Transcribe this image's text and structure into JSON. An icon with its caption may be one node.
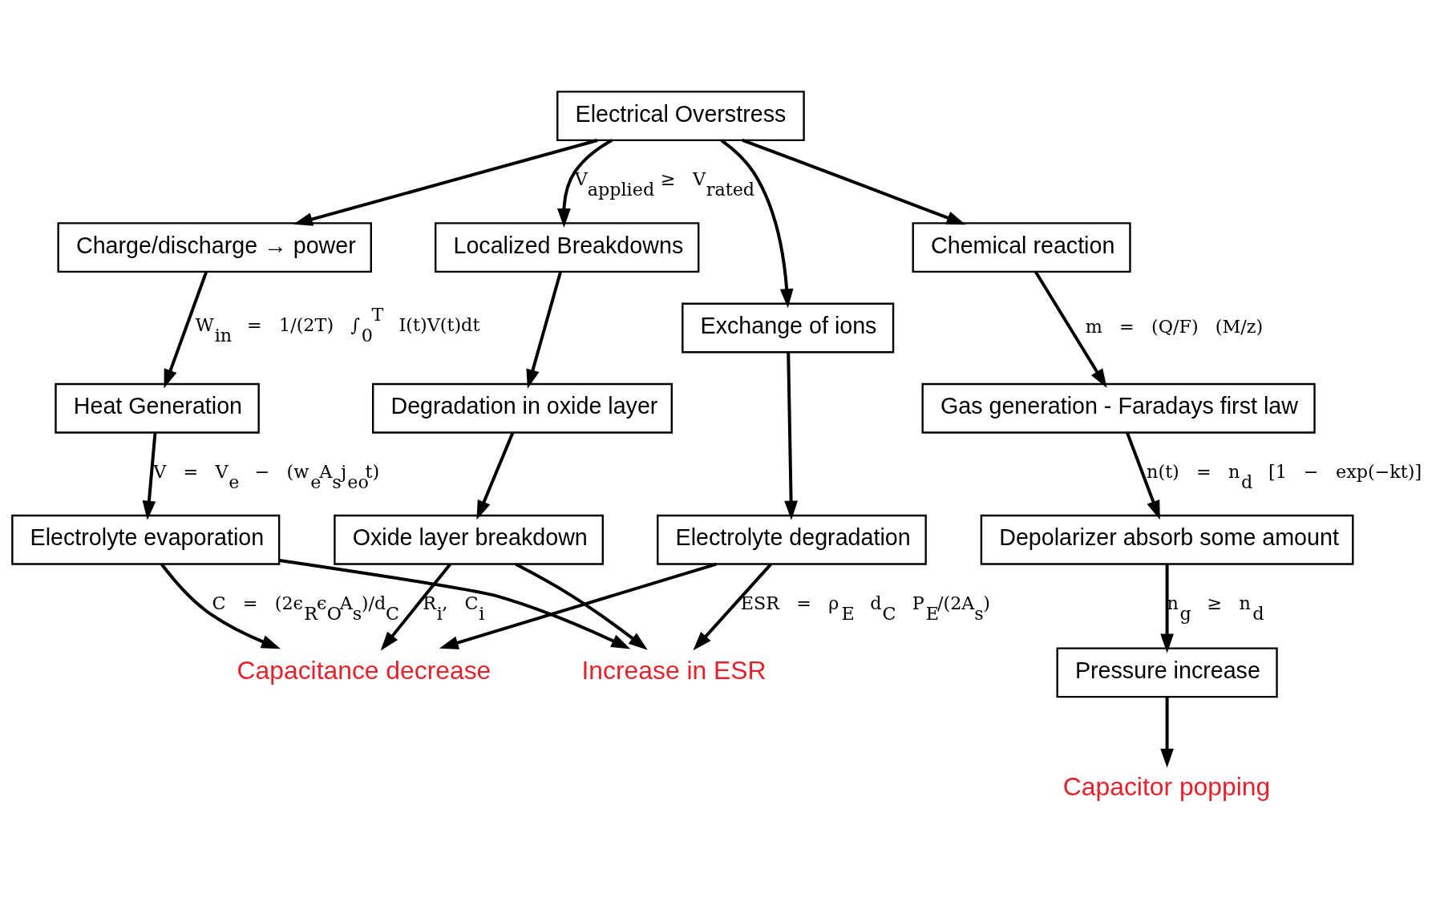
{
  "diagram": {
    "nodes": [
      {
        "text": [
          "Electrical Overstress"
        ]
      },
      {
        "text": [
          "Charge/discharge → power"
        ]
      },
      {
        "text": [
          "Localized Breakdowns"
        ]
      },
      {
        "text": [
          "Exchange of ions"
        ]
      },
      {
        "text": [
          "Chemical reaction"
        ]
      },
      {
        "text": [
          "Heat Generation"
        ]
      },
      {
        "text": [
          "Degradation in oxide layer"
        ]
      },
      {
        "text": [
          "Electrolyte degradation"
        ]
      },
      {
        "text": [
          "Gas generation - Faradays first law"
        ]
      },
      {
        "text": [
          "Electrolyte evaporation"
        ]
      },
      {
        "text": [
          "Oxide layer breakdown"
        ]
      },
      {
        "text": [
          "Depolarizer absorb some amount"
        ]
      },
      {
        "text": [
          "Pressure increase"
        ]
      },
      {
        "text": [
          "Capacitance decrease"
        ]
      },
      {
        "text": [
          "Increase in ESR"
        ]
      },
      {
        "text": [
          "Capacitor popping"
        ]
      }
    ],
    "edges": [
      {
        "from": 0,
        "to": 1,
        "arrow": "to"
      },
      {
        "from": 0,
        "to": 2,
        "arrow": "to",
        "label": "V$_{applied}$ ≥ V$_{rated}$"
      },
      {
        "from": 0,
        "to": 3,
        "arrow": "to"
      },
      {
        "from": 0,
        "to": 4,
        "arrow": "to"
      },
      {
        "from": 1,
        "to": 5,
        "arrow": "to",
        "label": "W$_{in}$ = 1/(2T) ∫$_{0}$$^{T}$ I(t)V(t)dt"
      },
      {
        "from": 2,
        "to": 6,
        "arrow": "to"
      },
      {
        "from": 3,
        "to": 7,
        "arrow": "to"
      },
      {
        "from": 4,
        "to": 8,
        "arrow": "to",
        "label": "m = (Q/F) (M/z)"
      },
      {
        "from": 5,
        "to": 9,
        "arrow": "to",
        "label": "V = V$_{e}$ − (w$_{e}$A$_{s}$j$_{eo}$t)"
      },
      {
        "from": 6,
        "to": 10,
        "arrow": "to"
      },
      {
        "from": 8,
        "to": 11,
        "arrow": "to",
        "label": "n(t) = n$_{d}$ [1 − exp(−kt)]"
      },
      {
        "from": 9,
        "to": 13,
        "arrow": "to",
        "label": "C = (2ϵ$_{R}$ϵ$_{O}$A$_{s}$)/d$_{C}$"
      },
      {
        "from": 9,
        "to": 14,
        "arrow": "to"
      },
      {
        "from": 10,
        "to": 13,
        "arrow": "to",
        "label": "R$_{i}$, C$_{i}$"
      },
      {
        "from": 10,
        "to": 14,
        "arrow": "to"
      },
      {
        "from": 7,
        "to": 13,
        "arrow": "to"
      },
      {
        "from": 7,
        "to": 14,
        "arrow": "to",
        "label": "ESR = ρ$_{E}$ d$_{C}$ P$_{E}$/(2A$_{s}$)"
      },
      {
        "from": 11,
        "to": 12,
        "arrow": "to",
        "label": "n$_{g}$ ≥ n$_{d}$"
      },
      {
        "from": 12,
        "to": 15,
        "arrow": "to"
      }
    ]
  }
}
